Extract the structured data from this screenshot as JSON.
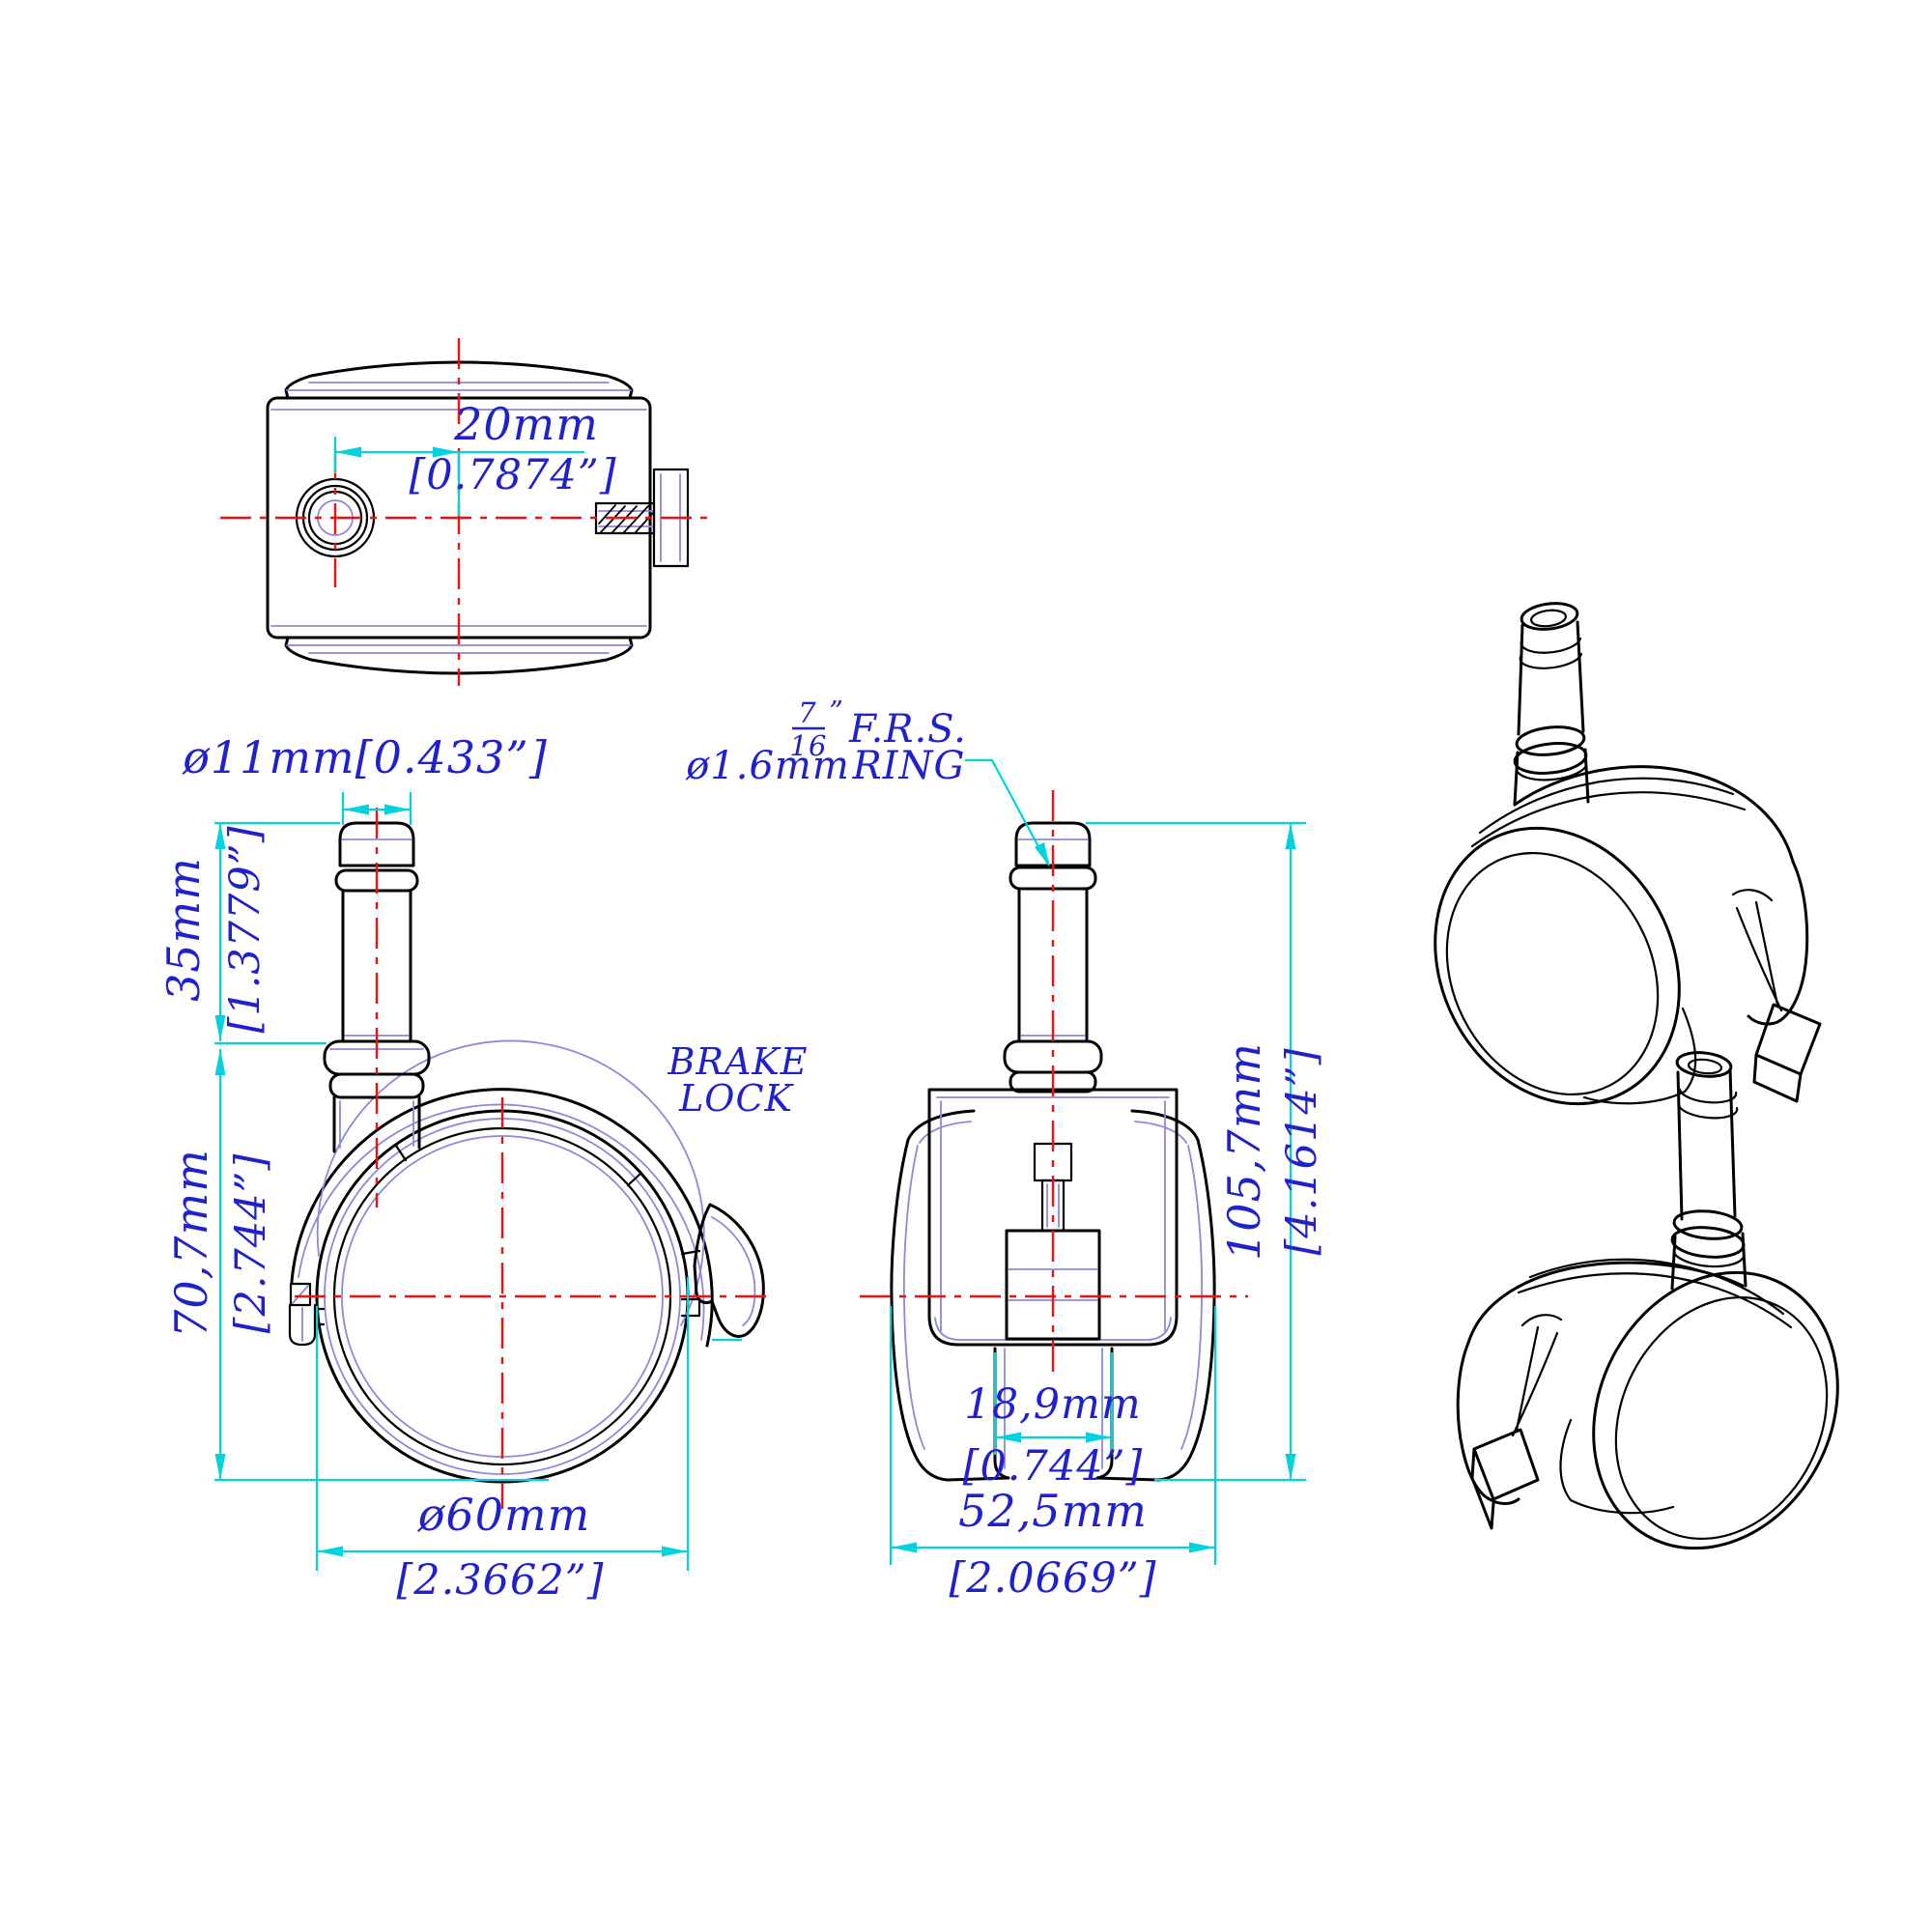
{
  "colors": {
    "line": "#000000",
    "centerline": "#ee1111",
    "dimension": "#00d2de",
    "text": "#2121cc",
    "detail": "#8a8ad6",
    "background": "#ffffff"
  },
  "views": {
    "top_view": {
      "offset_dim": {
        "metric": "20mm",
        "imperial": "[0.7874”]"
      }
    },
    "side_view": {
      "stem_diameter": "ø11mm[0.433”]",
      "stem_height": {
        "metric": "35mm",
        "imperial": "[1.3779”]"
      },
      "mount_height": {
        "metric": "70,7mm",
        "imperial": "[2.744”]"
      },
      "wheel_diameter": {
        "metric": "ø60mm",
        "imperial": "[2.3662”]"
      },
      "brake_label_line1": "BRAKE",
      "brake_label_line2": "LOCK"
    },
    "front_view": {
      "ring_note": {
        "fraction_numerator": "7",
        "fraction_denominator": "16",
        "inch_mark": "”",
        "abbrev": "F.R.S.",
        "ring_diameter": "ø1.6mm",
        "ring_word": "RING"
      },
      "overall_height": {
        "metric": "105,7mm",
        "imperial": "[4.1614”]"
      },
      "wheel_gap": {
        "metric": "18,9mm",
        "imperial": "[0.744”]"
      },
      "overall_width": {
        "metric": "52,5mm",
        "imperial": "[2.0669”]"
      }
    }
  }
}
